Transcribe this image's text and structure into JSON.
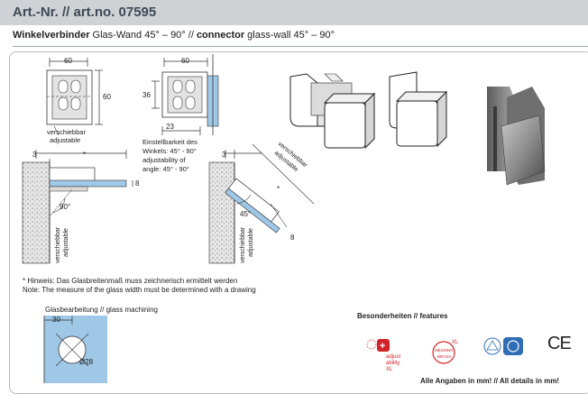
{
  "header": {
    "article_number": "Art.-Nr. // art.no. 07595"
  },
  "subtitle": {
    "de_bold": "Winkelverbinder",
    "de_rest": " Glas-Wand 45° – 90° // ",
    "en_bold": "connector",
    "en_rest": " glass-wall 45° – 90°"
  },
  "drawing_top_left": {
    "dim_width": "60",
    "dim_height": "60",
    "label_de": "verschiebbar",
    "label_en": "adjustable"
  },
  "drawing_top_mid": {
    "dim_width": "60",
    "dim_height": "36",
    "dim_depth": "23",
    "label_line1": "Einstellbarkeit des",
    "label_line2": "Winkels: 45° - 90°",
    "label_line3": "adjustability of",
    "label_line4": "angle: 45° - 90°"
  },
  "drawing_section_left": {
    "dim_offset": "3",
    "dim_star": "*",
    "dim_glass": "8",
    "angle": "90°",
    "label_de": "verschiebbar",
    "label_en": "adjustable"
  },
  "drawing_section_right": {
    "dim_offset": "3",
    "dim_star": "*",
    "dim_glass": "8",
    "angle": "45°",
    "label_de": "verschiebbar",
    "label_en": "adjustable"
  },
  "hint": {
    "line_de": "*  Hinweis: Das Glasbreitenmaß muss zeichnerisch ermittelt werden",
    "line_en": "   Note: The measure of the glass width must be determined with a drawing"
  },
  "machining": {
    "title": "Glasbearbeitung // glass machining",
    "dim_offset": "30",
    "dim_hole": "Ø28"
  },
  "features": {
    "title": "Besonderheiten // features",
    "adjust_line1": "adjust",
    "adjust_line2": "ability",
    "adjust_line3": "XL",
    "messing_line1": "MESSING",
    "messing_line2": "BRASS",
    "xl_mark": "XL",
    "ce_mark": "CE"
  },
  "footer": {
    "note": "Alle Angaben in mm! // All details in mm!"
  },
  "colors": {
    "header_bg": "#cfd2d5",
    "title_text": "#3d4a55",
    "glass_blue": "#9fc7e6",
    "badge_red": "#d2232a",
    "badge_blue": "#2f6db5"
  }
}
